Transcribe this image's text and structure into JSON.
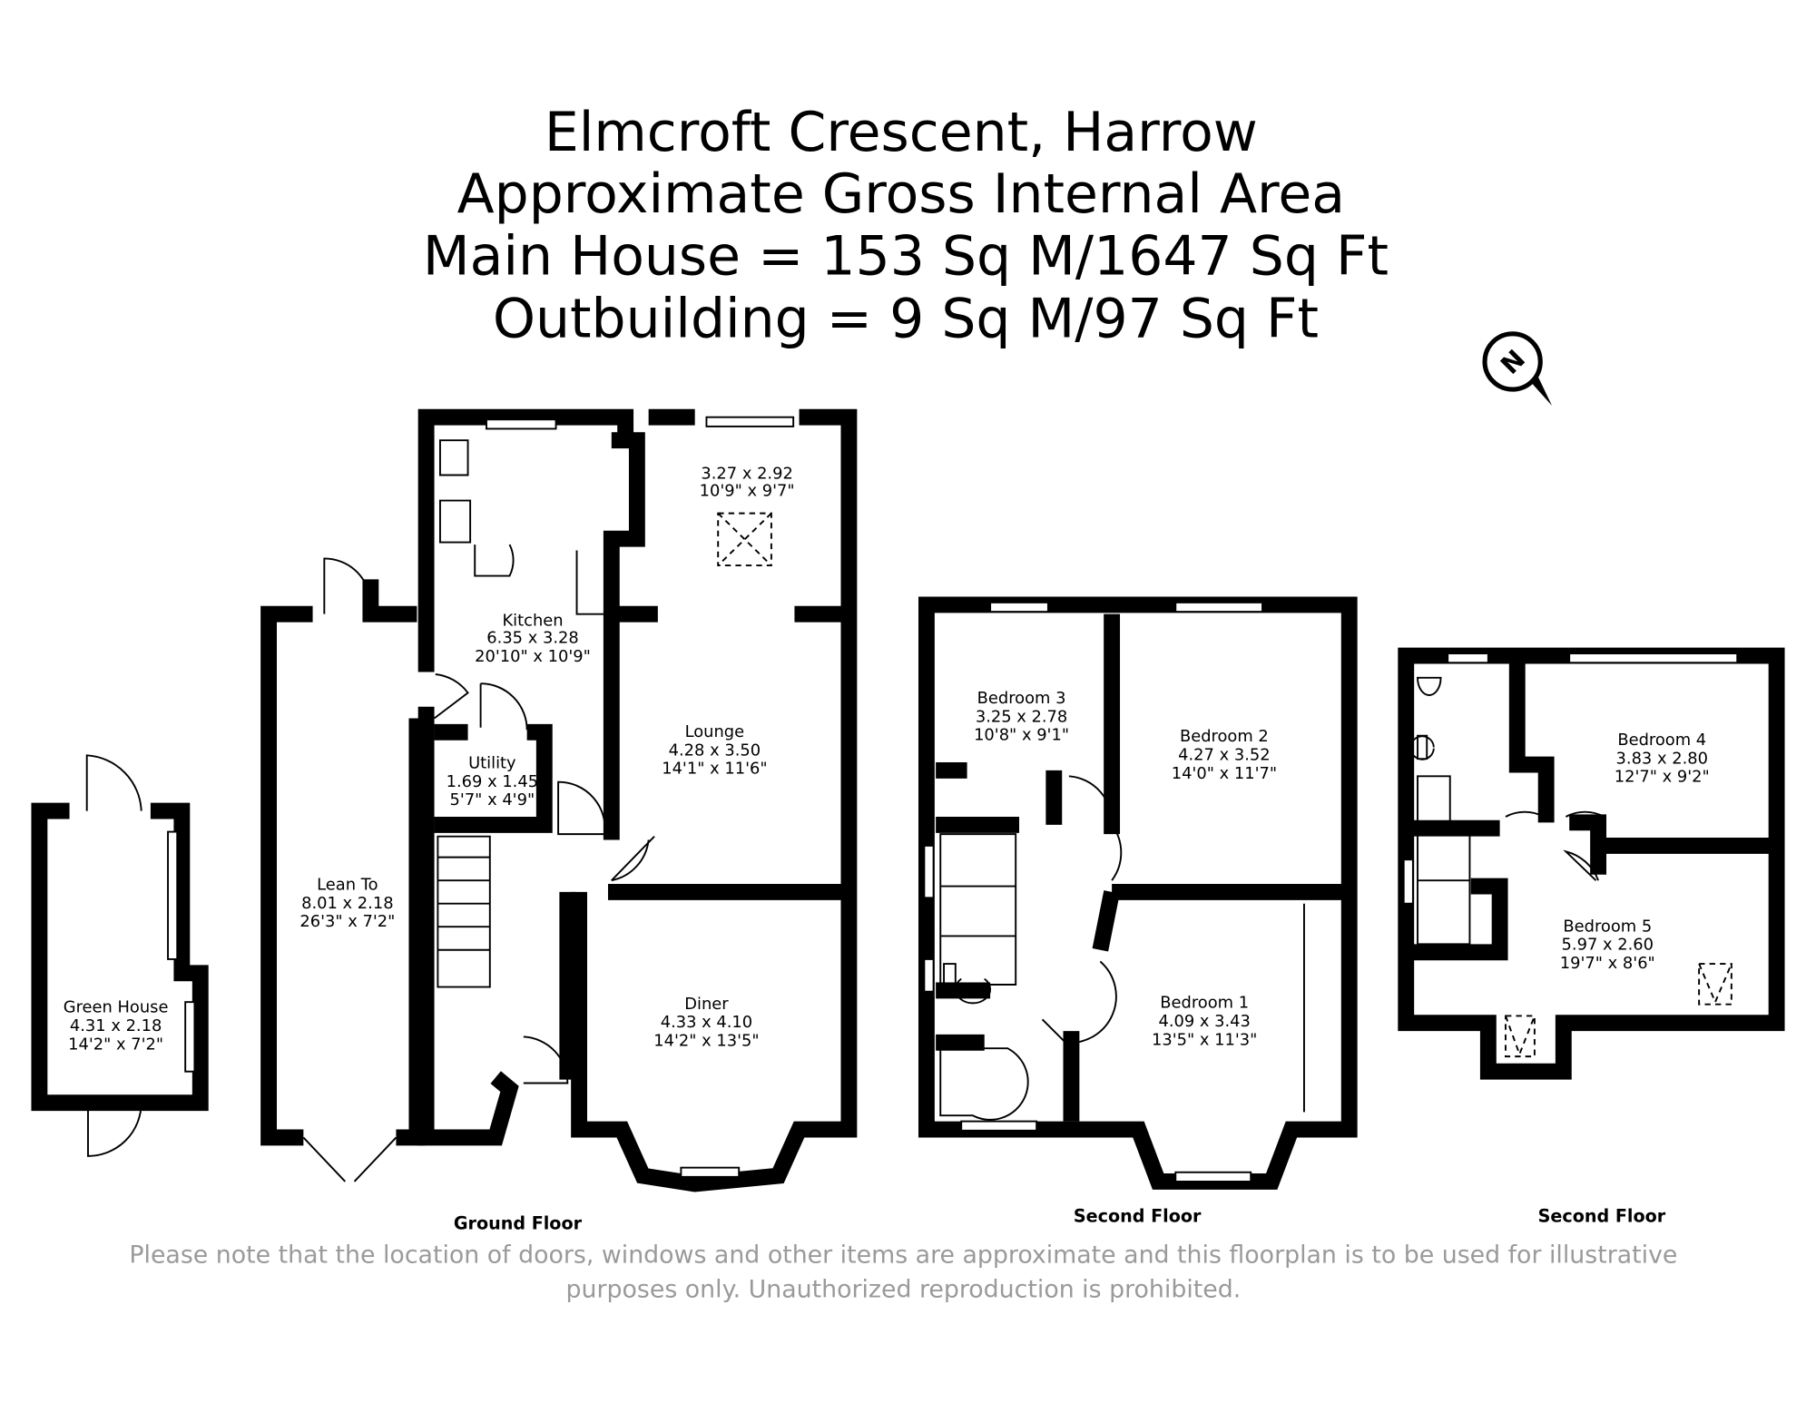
{
  "title": {
    "line1": "Elmcroft Crescent, Harrow",
    "line2": "Approximate Gross Internal Area",
    "line3": "Main House = 153  Sq M/1647 Sq Ft",
    "line4": "Outbuilding = 9  Sq M/97 Sq Ft"
  },
  "compass": {
    "label": "N",
    "icon": "north-compass-icon"
  },
  "rooms": {
    "green_house": {
      "name": "Green House",
      "metric": "4.31 x 2.18",
      "imperial": "14'2\" x 7'2\""
    },
    "lean_to": {
      "name": "Lean To",
      "metric": "8.01 x 2.18",
      "imperial": "26'3\" x 7'2\""
    },
    "kitchen": {
      "name": "Kitchen",
      "metric": "6.35 x 3.28",
      "imperial": "20'10\" x 10'9\""
    },
    "utility": {
      "name": "Utility",
      "metric": "1.69 x 1.45",
      "imperial": "5'7\" x 4'9\""
    },
    "conservatory": {
      "metric": "3.27 x 2.92",
      "imperial": "10'9\" x 9'7\""
    },
    "lounge": {
      "name": "Lounge",
      "metric": "4.28 x 3.50",
      "imperial": "14'1\" x 11'6\""
    },
    "diner": {
      "name": "Diner",
      "metric": "4.33 x 4.10",
      "imperial": "14'2\" x 13'5\""
    },
    "bedroom3": {
      "name": "Bedroom 3",
      "metric": "3.25 x 2.78",
      "imperial": "10'8\" x 9'1\""
    },
    "bedroom2": {
      "name": "Bedroom 2",
      "metric": "4.27 x 3.52",
      "imperial": "14'0\" x 11'7\""
    },
    "bedroom1": {
      "name": "Bedroom 1",
      "metric": "4.09 x 3.43",
      "imperial": "13'5\" x 11'3\""
    },
    "bedroom4": {
      "name": "Bedroom 4",
      "metric": "3.83 x 2.80",
      "imperial": "12'7\" x 9'2\""
    },
    "bedroom5": {
      "name": "Bedroom 5",
      "metric": "5.97 x 2.60",
      "imperial": "19'7\" x 8'6\""
    }
  },
  "floors": {
    "ground": "Ground Floor",
    "first": "Second Floor",
    "top": "Second Floor"
  },
  "disclaimer": {
    "line1": "Please note that the location of doors, windows and other items are approximate and this floorplan is to be used for illustrative",
    "line2": "purposes only. Unauthorized reproduction is prohibited."
  }
}
